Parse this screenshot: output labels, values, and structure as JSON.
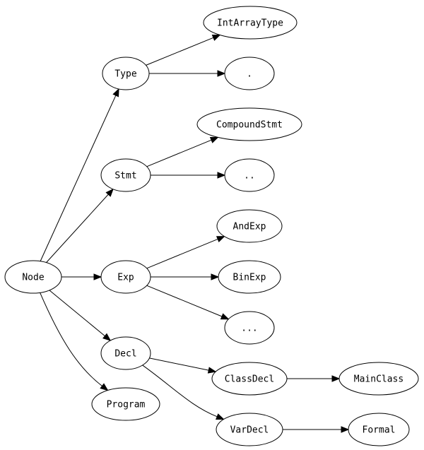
{
  "diagram": {
    "type": "directed-graph",
    "colors": {
      "stroke": "#000000",
      "fill": "#ffffff",
      "text": "#000000"
    },
    "nodes": [
      {
        "id": "Node",
        "label": "Node"
      },
      {
        "id": "Type",
        "label": "Type"
      },
      {
        "id": "Stmt",
        "label": "Stmt"
      },
      {
        "id": "Exp",
        "label": "Exp"
      },
      {
        "id": "Decl",
        "label": "Decl"
      },
      {
        "id": "Program",
        "label": "Program"
      },
      {
        "id": "IntArrayType",
        "label": "IntArrayType"
      },
      {
        "id": "dot1",
        "label": "."
      },
      {
        "id": "CompoundStmt",
        "label": "CompoundStmt"
      },
      {
        "id": "dot2",
        "label": ".."
      },
      {
        "id": "AndExp",
        "label": "AndExp"
      },
      {
        "id": "BinExp",
        "label": "BinExp"
      },
      {
        "id": "dot3",
        "label": "..."
      },
      {
        "id": "ClassDecl",
        "label": "ClassDecl"
      },
      {
        "id": "VarDecl",
        "label": "VarDecl"
      },
      {
        "id": "MainClass",
        "label": "MainClass"
      },
      {
        "id": "Formal",
        "label": "Formal"
      }
    ],
    "edges": [
      {
        "from": "Node",
        "to": "Type"
      },
      {
        "from": "Node",
        "to": "Stmt"
      },
      {
        "from": "Node",
        "to": "Exp"
      },
      {
        "from": "Node",
        "to": "Decl"
      },
      {
        "from": "Node",
        "to": "Program"
      },
      {
        "from": "Type",
        "to": "IntArrayType"
      },
      {
        "from": "Type",
        "to": "dot1"
      },
      {
        "from": "Stmt",
        "to": "CompoundStmt"
      },
      {
        "from": "Stmt",
        "to": "dot2"
      },
      {
        "from": "Exp",
        "to": "AndExp"
      },
      {
        "from": "Exp",
        "to": "BinExp"
      },
      {
        "from": "Exp",
        "to": "dot3"
      },
      {
        "from": "Decl",
        "to": "ClassDecl"
      },
      {
        "from": "Decl",
        "to": "VarDecl"
      },
      {
        "from": "ClassDecl",
        "to": "MainClass"
      },
      {
        "from": "VarDecl",
        "to": "Formal"
      }
    ]
  }
}
